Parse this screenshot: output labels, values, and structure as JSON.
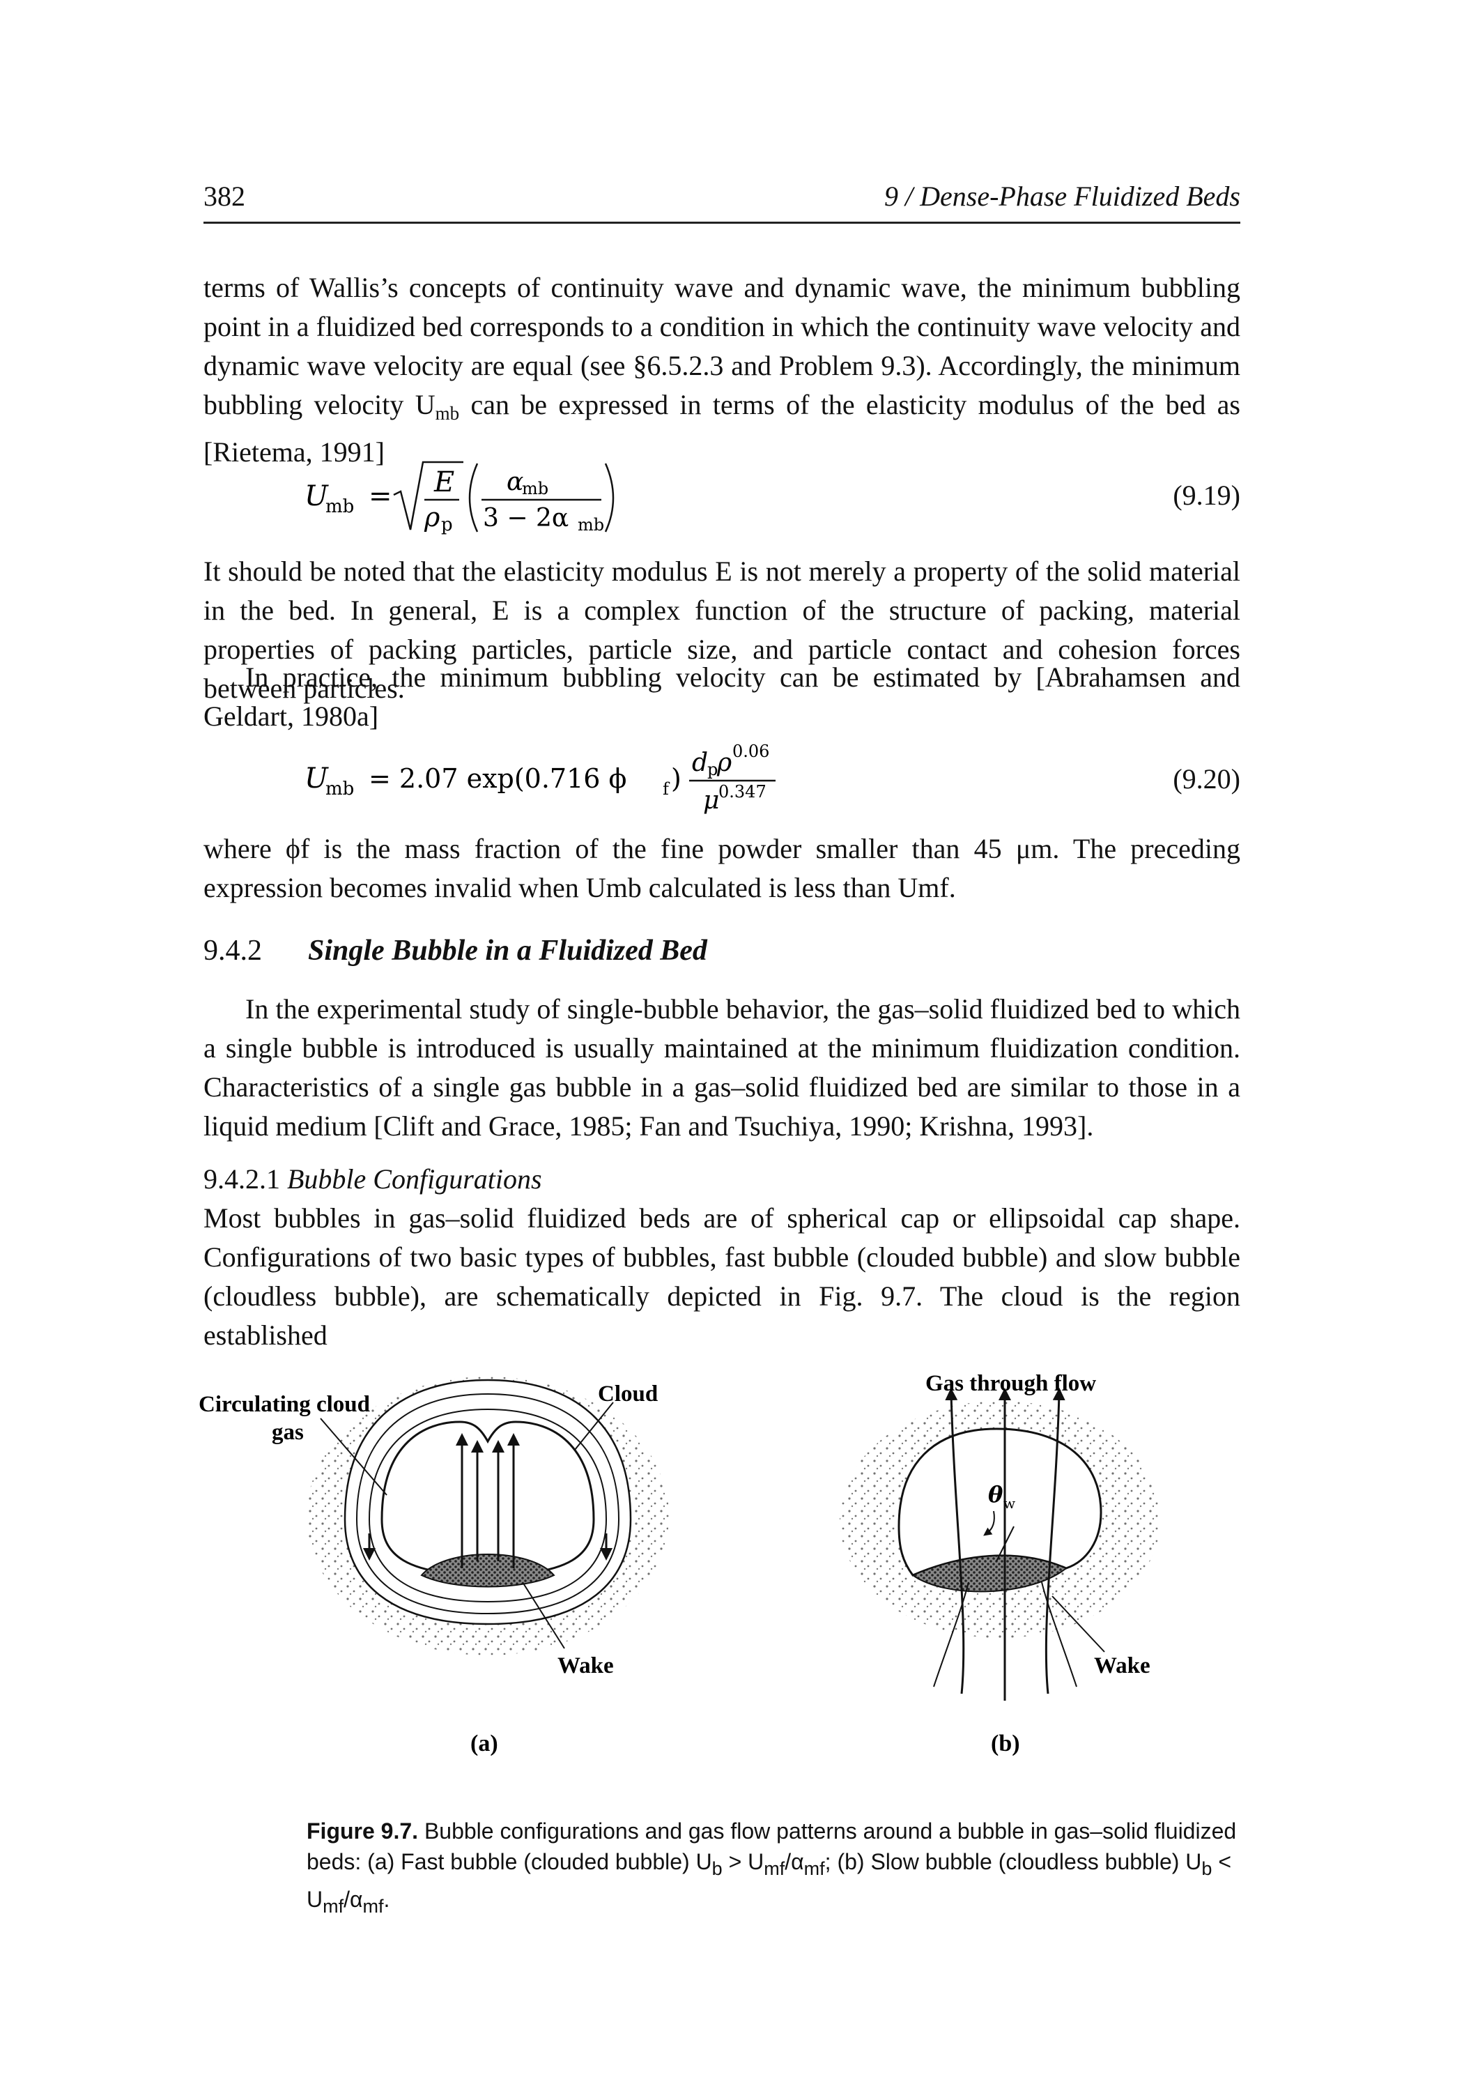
{
  "header": {
    "page_number": "382",
    "running_head": "9 / Dense-Phase Fluidized Beds"
  },
  "paragraphs": {
    "p1": "terms of Wallis’s concepts of continuity wave and dynamic wave, the minimum bubbling point in a fluidized bed corresponds to a condition in which the continuity wave velocity and dynamic wave velocity are equal (see §6.5.2.3 and Problem 9.3). Accordingly, the minimum bubbling velocity U",
    "p1_sub": "mb",
    "p1_end": " can be expressed in terms of the elasticity modulus of the bed as [Rietema, 1991]",
    "p2": "It should be noted that the elasticity modulus E is not merely a property of the solid material in the bed. In general, E is a complex function of the structure of packing, material properties of packing particles, particle size, and particle contact and cohesion forces between particles.",
    "p3": "In practice, the minimum bubbling velocity can be estimated by [Abrahamsen and Geldart, 1980a]",
    "p4": "where ϕf is the mass fraction of the fine powder smaller than 45 μm. The preceding expression becomes invalid when Umb calculated is less than Umf.",
    "p5": "In the experimental study of single-bubble behavior, the gas–solid fluidized bed to which a single bubble is introduced is usually maintained at the minimum fluidization condition. Characteristics of a single gas bubble in a gas–solid fluidized bed are similar to those in a liquid medium [Clift and Grace, 1985; Fan and Tsuchiya, 1990; Krishna, 1993].",
    "p6": "Most bubbles in gas–solid fluidized beds are of spherical cap or ellipsoidal cap shape. Configurations of two basic types of bubbles, fast bubble (clouded bubble) and slow bubble (cloudless bubble), are schematically depicted in Fig. 9.7. The cloud is the region established"
  },
  "equations": {
    "eq1_number": "(9.19)",
    "eq2_number": "(9.20)",
    "eq1": {
      "lhs": "U",
      "lhs_sub": "mb",
      "eq": "=",
      "num": "E",
      "den": "ρ",
      "den_sub": "p",
      "frac_num": "α",
      "frac_num_sub": "mb",
      "frac_den": "3 − 2α",
      "frac_den_sub": "mb"
    },
    "eq2": {
      "lhs": "U",
      "lhs_sub": "mb",
      "eq": "= 2.07 exp(0.716 ϕ",
      "phi_sub": "f",
      "close": ")",
      "num": "d",
      "num_sub": "p",
      "num_rho": "ρ",
      "num_sup": "0.06",
      "den": "μ",
      "den_sup": "0.347"
    }
  },
  "sections": {
    "s1_number": "9.4.2",
    "s1_title": "Single Bubble in a Fluidized Bed",
    "s2_number": "9.4.2.1",
    "s2_title": "Bubble Configurations"
  },
  "figure": {
    "labels": {
      "circulating": "Circulating cloud",
      "gas": "gas",
      "cloud": "Cloud",
      "wake_a": "Wake",
      "gas_through_flow": "Gas through flow",
      "theta": "θ",
      "theta_sub": "w",
      "wake_b": "Wake",
      "panel_a": "(a)",
      "panel_b": "(b)"
    },
    "caption_label": "Figure 9.7.",
    "caption_text": " Bubble configurations and gas flow patterns around a bubble in gas–solid fluidized beds: (a) Fast bubble (clouded bubble) U",
    "caption_sub_b": "b",
    "caption_mid": " > U",
    "caption_sub_mf": "mf",
    "caption_slash": "/α",
    "caption_sub_mf2": "mf",
    "caption_mid2": "; (b) Slow bubble (cloudless bubble) U",
    "caption_sub_b2": "b",
    "caption_mid3": " < U",
    "caption_sub_mf3": "mf",
    "caption_slash2": "/α",
    "caption_sub_mf4": "mf",
    "caption_end": "."
  }
}
